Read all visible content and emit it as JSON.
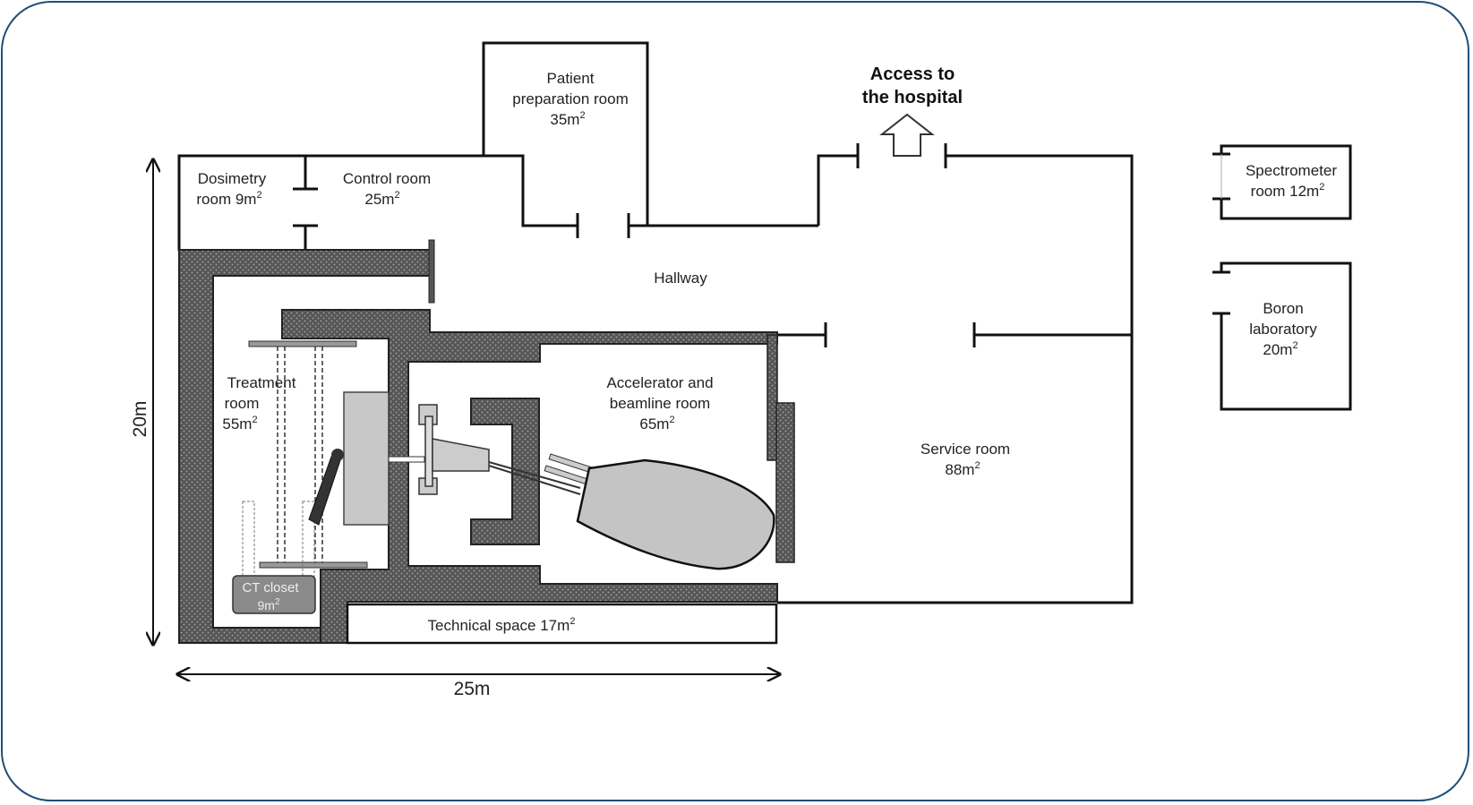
{
  "rooms": {
    "dosimetry": {
      "line1": "Dosimetry",
      "line2": "room 9m",
      "sup": "2"
    },
    "control": {
      "line1": "Control room",
      "line2": "25m",
      "sup": "2"
    },
    "patient_prep": {
      "line1": "Patient",
      "line2": "preparation room",
      "line3": "35m",
      "sup": "2"
    },
    "access": {
      "line1": "Access to",
      "line2": "the hospital"
    },
    "spectrometer": {
      "line1": "Spectrometer",
      "line2": "room 12m",
      "sup": "2"
    },
    "hallway": {
      "line1": "Hallway"
    },
    "boron": {
      "line1": "Boron",
      "line2": "laboratory",
      "line3": "20m",
      "sup": "2"
    },
    "treatment": {
      "line1": "Treatment",
      "line2": "room",
      "line3": "55m",
      "sup": "2"
    },
    "accelerator": {
      "line1": "Accelerator and",
      "line2": "beamline room",
      "line3": "65m",
      "sup": "2"
    },
    "service": {
      "line1": "Service room",
      "line2": "88m",
      "sup": "2"
    },
    "ct_closet": {
      "line1": "CT closet",
      "line2": "9m",
      "sup": "2"
    },
    "technical": {
      "line1": "Technical space 17m",
      "sup": "2"
    }
  },
  "dimensions": {
    "height": "20m",
    "width": "25m"
  }
}
